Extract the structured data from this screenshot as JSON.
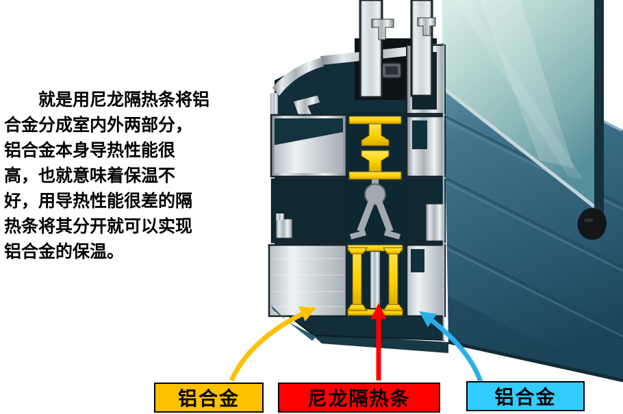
{
  "paragraph": {
    "full_text": "就是用尼龙隔热条将铝合金分成室内外两部分，铝合金本身导热性能很高，也就意味着保温不好，用导热性能很差的隔热条将其分开就可以实现铝合金的保温。",
    "lines": [
      "就是用尼龙隔热条将铝",
      "合金分成室内外两部分，",
      "铝合金本身导热性能很",
      "高，也就意味着保温不",
      "好，用导热性能很差的隔",
      "热条将其分开就可以实现",
      "铝合金的保温。"
    ]
  },
  "labels": {
    "aluminum_left": {
      "text": "铝合金",
      "background": "#FFC000",
      "border": "#000000",
      "arrow_color": "#FFC000"
    },
    "nylon_strip": {
      "text": "尼龙隔热条",
      "background": "#FF0000",
      "border": "#000000",
      "arrow_color": "#FF0000"
    },
    "aluminum_right": {
      "text": "铝合金",
      "background": "#33CCFF",
      "border": "#000000",
      "arrow_color": "#2BAFE8"
    }
  },
  "illustration": {
    "subject": "thermal-break aluminum window profile cutaway",
    "colors": {
      "frame_teal": "#3A6E88",
      "nylon_yellow": "#FFD400",
      "metal_silver": "#C9D1D5",
      "cavity_dark": "#0F2933",
      "glass": "#ABD0CB",
      "polyamide_gray": "#A3A9AE"
    }
  }
}
